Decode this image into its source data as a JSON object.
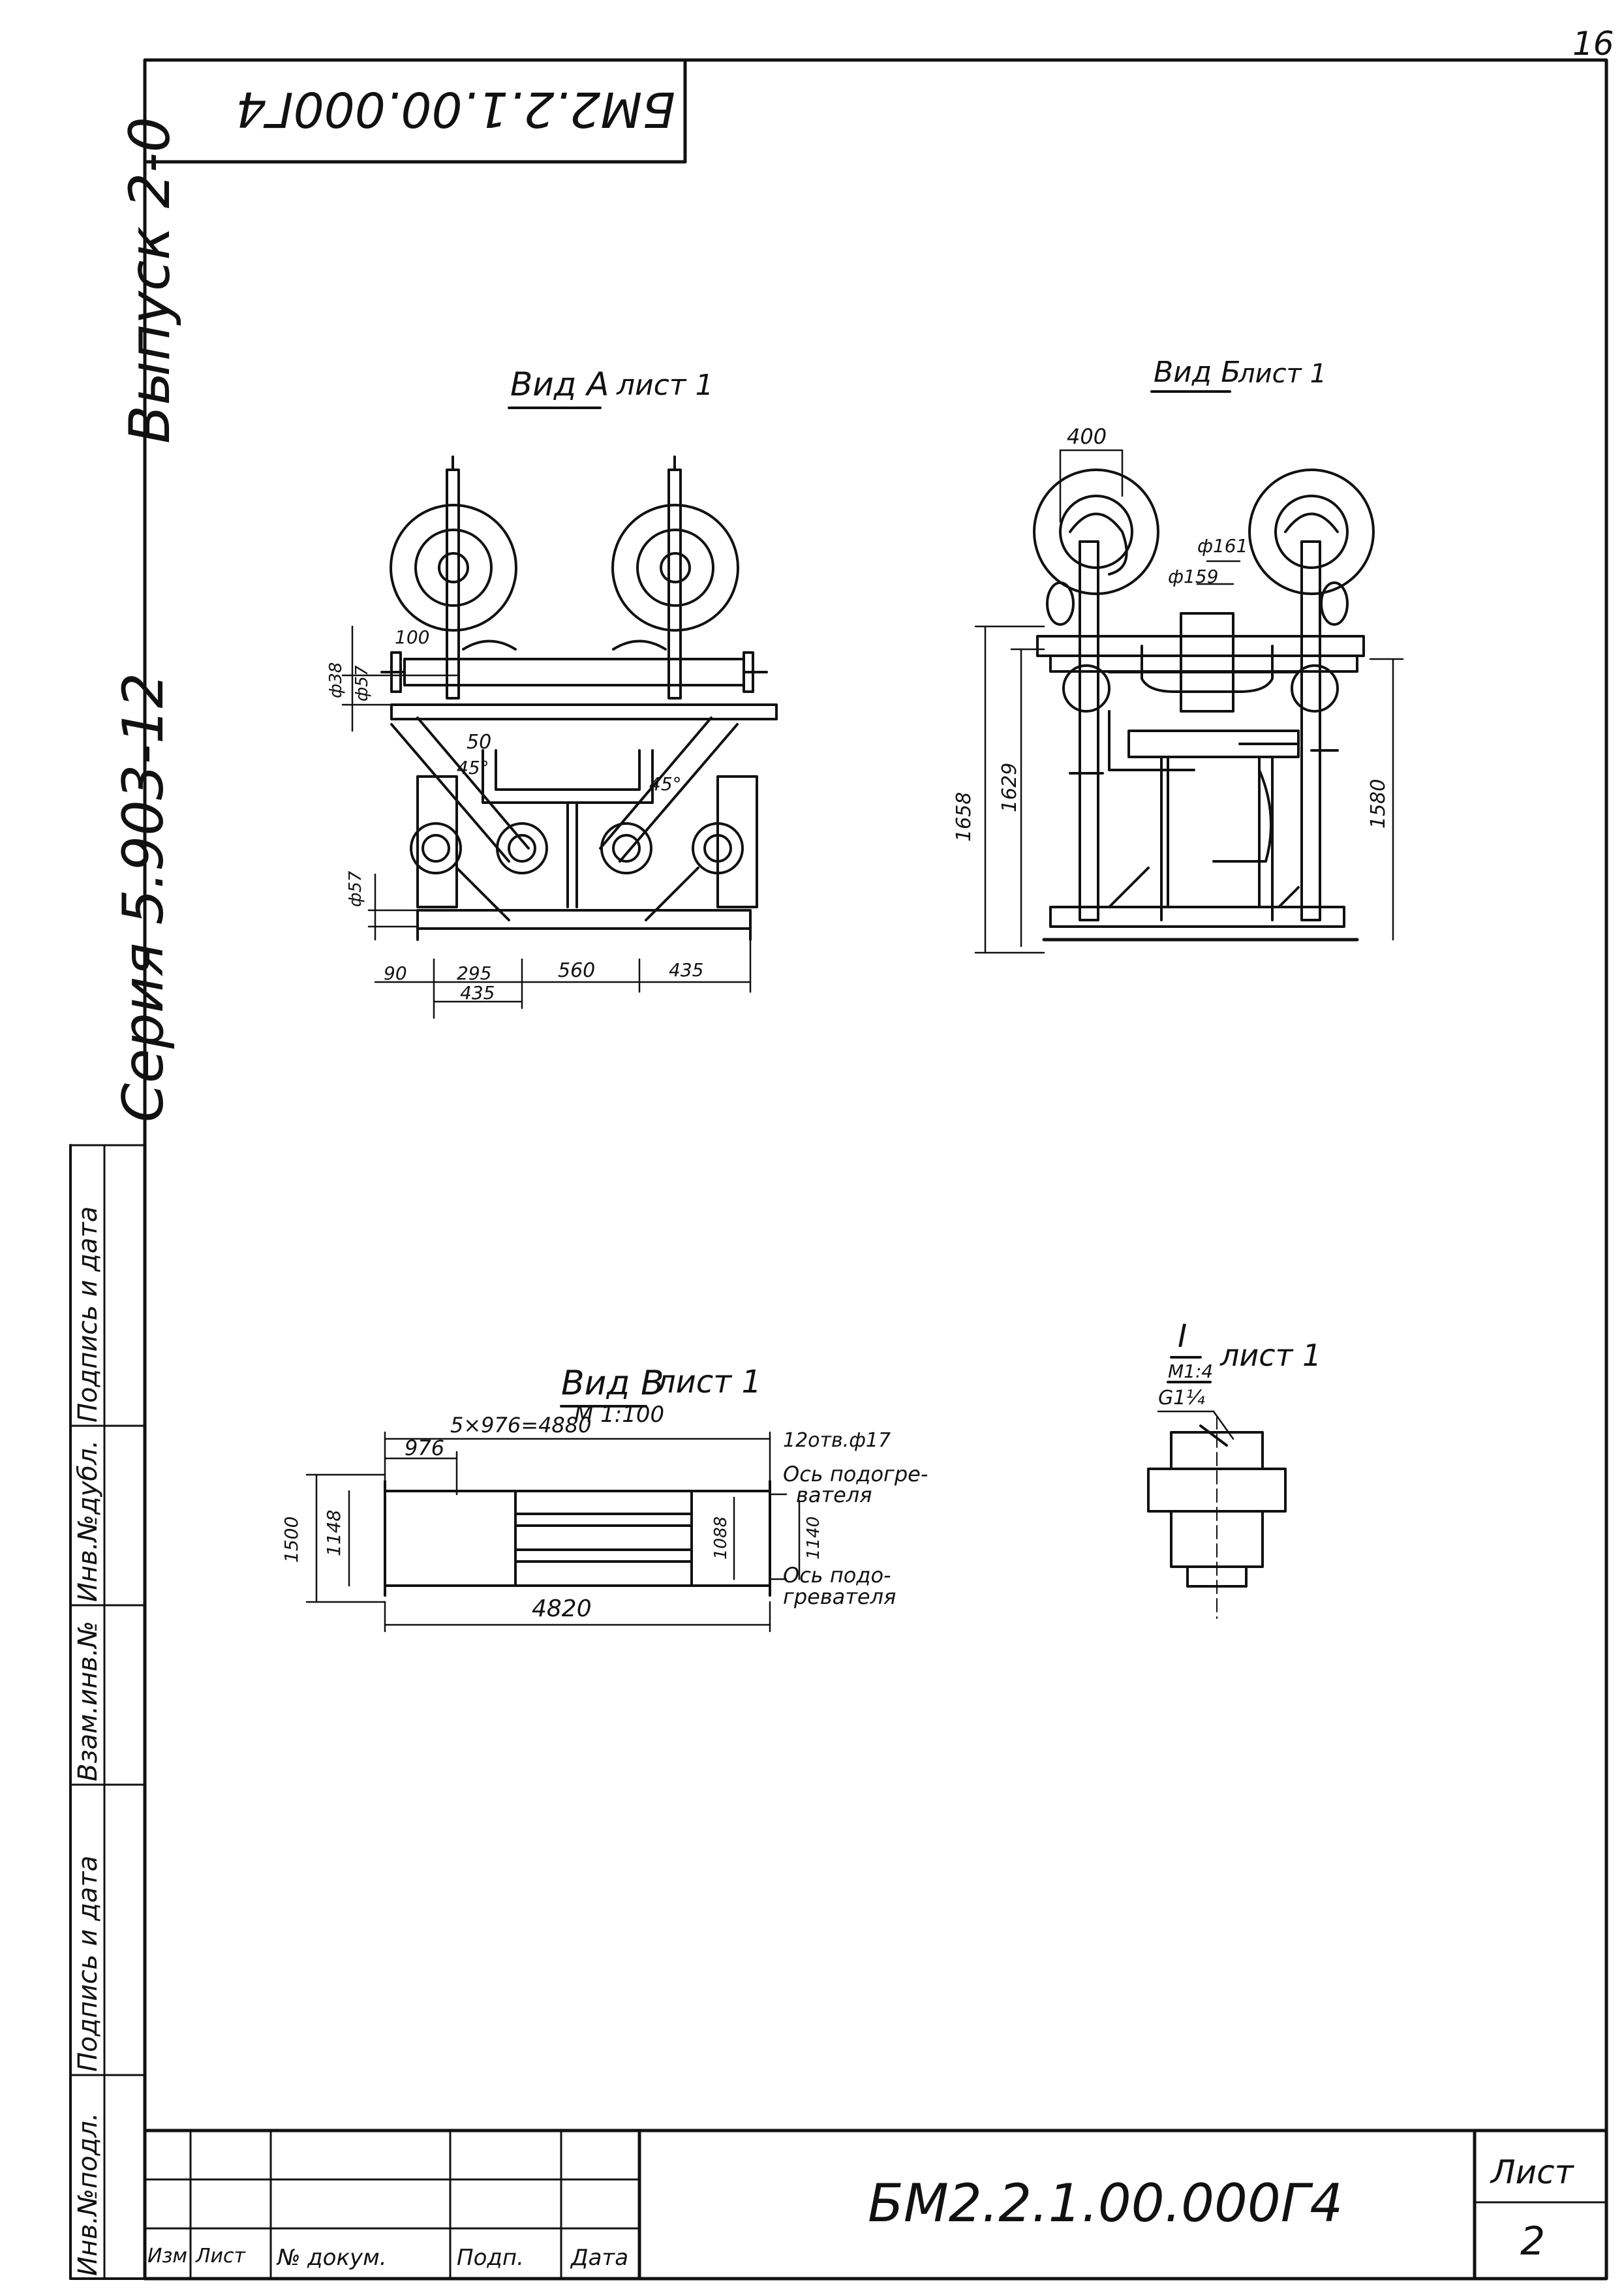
{
  "sheet": {
    "page_number": "16",
    "mirrored_code": "БМ2.2.1.00.000Г4",
    "series": "Серия 5.903-12",
    "issue": "Выпуск 2-0",
    "side_labels": [
      "Инв.№подл.",
      "Подпись и дата",
      "Взам.инв.№",
      "Инв.№дубл.",
      "Подпись и дата"
    ]
  },
  "view_a": {
    "title": "Вид А",
    "sheet_ref": "лист 1",
    "dims": [
      "100",
      "ф38",
      "ф57",
      "50",
      "45°",
      "45°",
      "ф57",
      "90",
      "295",
      "435",
      "560",
      "435"
    ]
  },
  "view_b": {
    "title": "Вид Б",
    "sheet_ref": "лист 1",
    "dims": [
      "400",
      "ф161",
      "ф159",
      "1658",
      "1629",
      "1580"
    ]
  },
  "view_v": {
    "title": "Вид В",
    "sheet_ref": "лист 1",
    "scale": "М 1:100",
    "dims": [
      "5×976=4880",
      "976",
      "1500",
      "1148",
      "1088",
      "1140",
      "4820"
    ],
    "notes": [
      "12отв.ф17",
      "Ось подогре-",
      "вателя",
      "Ось подо-",
      "гревателя"
    ]
  },
  "detail_i": {
    "title": "I",
    "scale": "М1:4",
    "sheet_ref": "лист 1",
    "thread": "G1¼"
  },
  "title_block": {
    "code": "БМ2.2.1.00.000Г4",
    "sheet_label": "Лист",
    "sheet_no": "2",
    "cols": [
      "Изм",
      "Лист",
      "№ докум.",
      "Подп.",
      "Дата"
    ]
  }
}
